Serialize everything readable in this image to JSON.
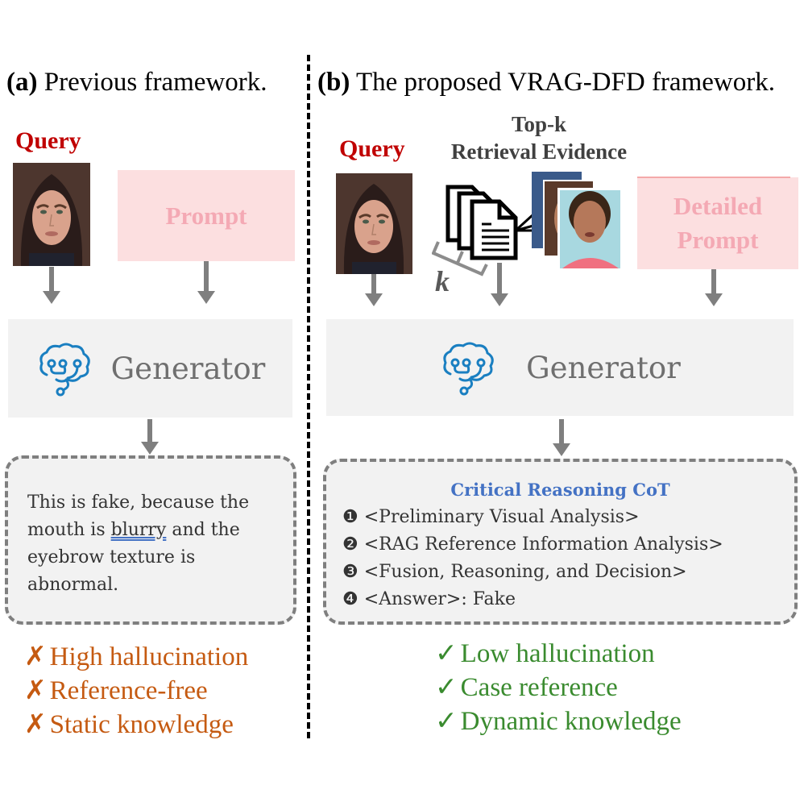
{
  "panel_a": {
    "title_tag": "(a)",
    "title_text": " Previous framework.",
    "query_label": "Query",
    "prompt_label": "Prompt",
    "generator_label": "Generator",
    "output_text_1": "This is fake, because the mouth is ",
    "output_text_blurry": "blurry",
    "output_text_2": " and the eyebrow texture is abnormal.",
    "drawbacks": [
      {
        "mark": "✗",
        "text": "High hallucination"
      },
      {
        "mark": "✗",
        "text": "Reference-free"
      },
      {
        "mark": "✗",
        "text": "Static knowledge"
      }
    ]
  },
  "panel_b": {
    "title_tag": "(b)",
    "title_text": " The proposed VRAG-DFD framework.",
    "query_label": "Query",
    "evidence_label_line1": "Top-k",
    "evidence_label_line2": "Retrieval Evidence",
    "k_label": "k",
    "prompt_label_line1": "Detailed",
    "prompt_label_line2": "Prompt",
    "generator_label": "Generator",
    "cot_title": "Critical Reasoning CoT",
    "cot_items": [
      {
        "num": "❶",
        "text": "<Preliminary Visual Analysis>"
      },
      {
        "num": "❷",
        "text": "<RAG Reference Information Analysis>"
      },
      {
        "num": "❸",
        "text": "<Fusion, Reasoning, and Decision>"
      },
      {
        "num": "❹",
        "text": "<Answer>: Fake"
      }
    ],
    "benefits": [
      {
        "mark": "✓",
        "text": "Low hallucination"
      },
      {
        "mark": "✓",
        "text": "Case reference"
      },
      {
        "mark": "✓",
        "text": "Dynamic knowledge"
      }
    ]
  },
  "colors": {
    "query": "#c00000",
    "prompt_bg": "#fcdfe0",
    "prompt_text": "#f4a9b4",
    "generator_bg": "#f2f2f2",
    "brain_icon": "#1a7fc1",
    "arrow": "#7f7f7f",
    "cot_title": "#4472c4",
    "bad": "#c55a11",
    "good": "#3a8b2f"
  },
  "icons": {
    "brain": "brain-circuit-icon",
    "documents": "stacked-documents-icon",
    "face": "face-photo"
  }
}
